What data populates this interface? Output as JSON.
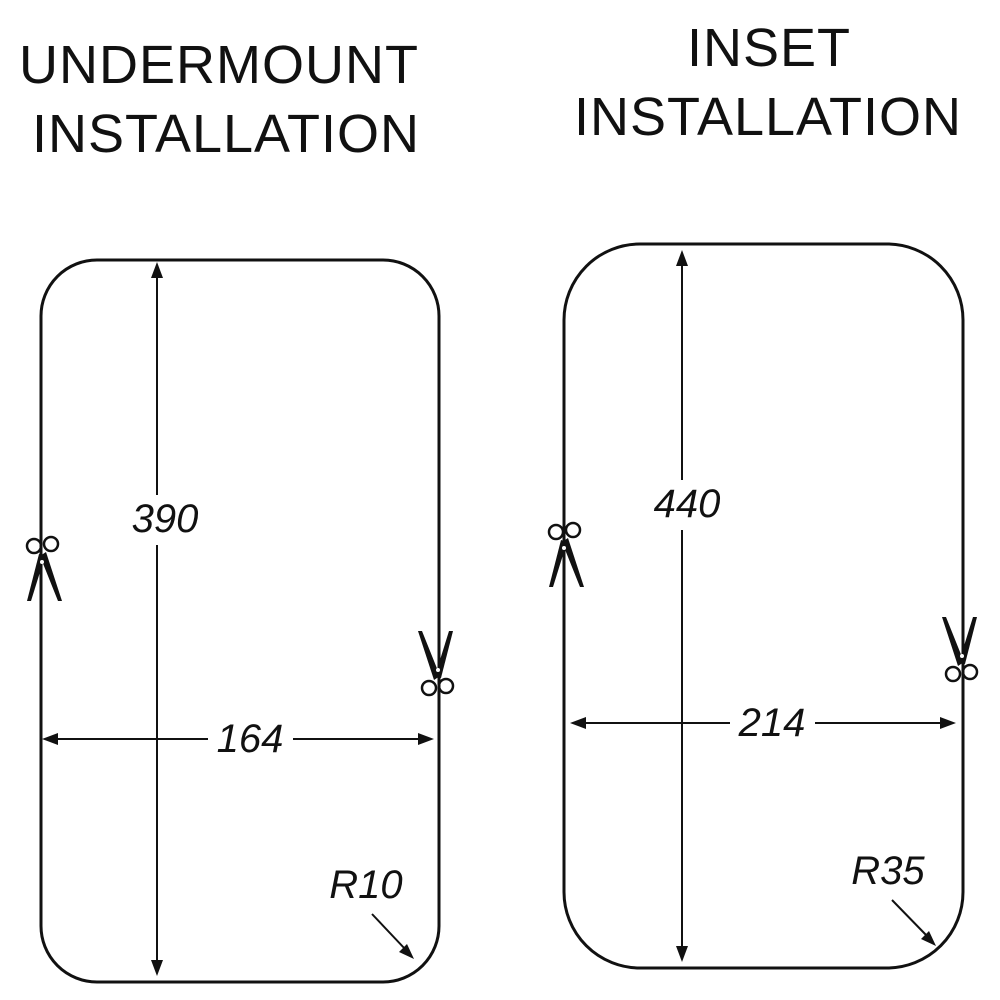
{
  "panels": [
    {
      "title_lines": [
        "UNDERMOUNT",
        "INSTALLATION"
      ],
      "height_label": "390",
      "width_label": "164",
      "radius_label": "R10",
      "icons": [
        "scissors-icon",
        "scissors-icon"
      ]
    },
    {
      "title_lines": [
        "INSET",
        "INSTALLATION"
      ],
      "height_label": "440",
      "width_label": "214",
      "radius_label": "R35",
      "icons": [
        "scissors-icon",
        "scissors-icon"
      ]
    }
  ],
  "colors": {
    "line": "#111111",
    "background": "#ffffff"
  }
}
